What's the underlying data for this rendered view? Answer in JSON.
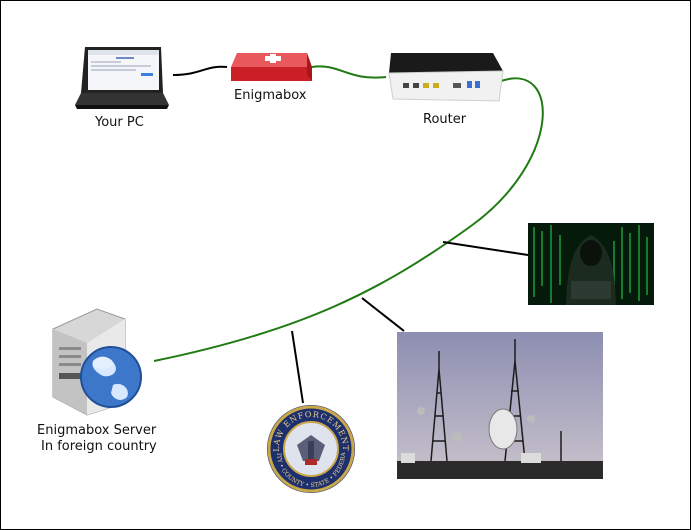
{
  "labels": {
    "pc": "Your PC",
    "enigmabox": "Enigmabox",
    "router": "Router",
    "server_line1": "Enigmabox Server",
    "server_line2": "In foreign country",
    "seal_top": "LAW ENFORCEMENT",
    "seal_bottom": "CITY • COUNTY • STATE • FEDERAL"
  },
  "icons": {
    "pc": "laptop-icon",
    "enigmabox": "enigmabox-device-icon",
    "router": "router-icon",
    "server": "server-globe-icon",
    "hacker": "hacker-image",
    "towers": "antenna-towers-image",
    "seal": "law-enforcement-seal-icon"
  },
  "colors": {
    "link": "#1f7a12",
    "tap": "#000000",
    "enigmabox_red": "#d8262b"
  }
}
